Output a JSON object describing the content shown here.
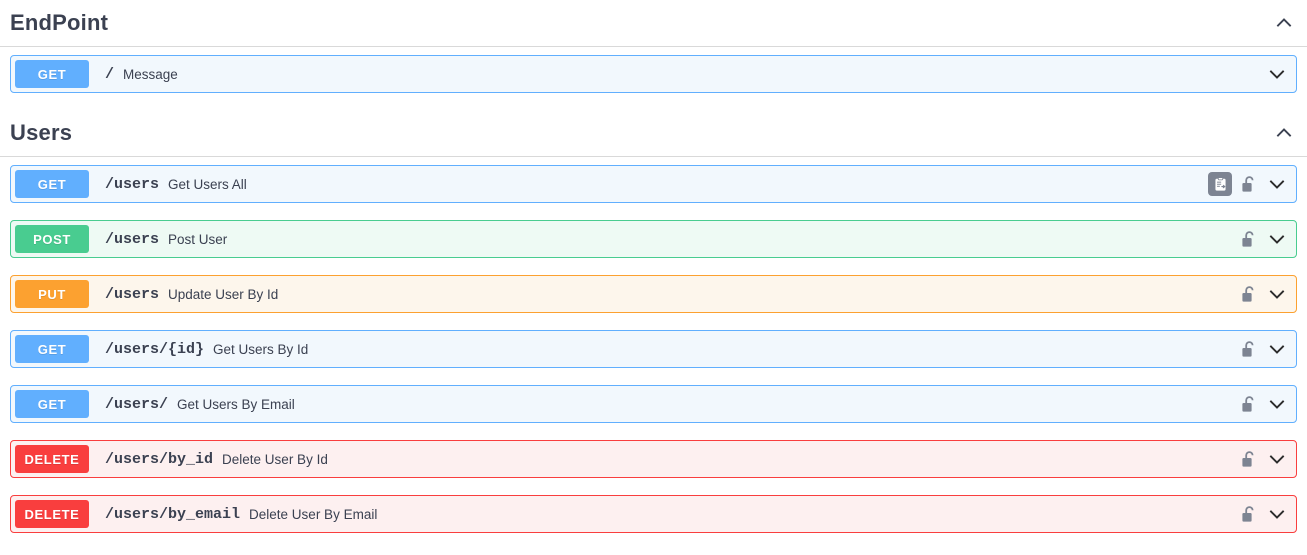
{
  "colors": {
    "get": "#61affe",
    "post": "#49cc90",
    "put": "#fca130",
    "delete": "#f93e3e",
    "text": "#3b4151",
    "lock": "#7d8492",
    "copy_bg": "#7d8492"
  },
  "sections": [
    {
      "title": "EndPoint",
      "toggle_icon": "chevron-up-icon",
      "operations": [
        {
          "method": "GET",
          "method_class": "get",
          "path": "/",
          "summary": "Message",
          "has_copy": false,
          "has_lock": false,
          "toggle_icon": "chevron-down-icon"
        }
      ]
    },
    {
      "title": "Users",
      "toggle_icon": "chevron-up-icon",
      "operations": [
        {
          "method": "GET",
          "method_class": "get",
          "path": "/users",
          "summary": "Get Users All",
          "has_copy": true,
          "has_lock": true,
          "toggle_icon": "chevron-down-icon"
        },
        {
          "method": "POST",
          "method_class": "post",
          "path": "/users",
          "summary": "Post User",
          "has_copy": false,
          "has_lock": true,
          "toggle_icon": "chevron-down-icon"
        },
        {
          "method": "PUT",
          "method_class": "put",
          "path": "/users",
          "summary": "Update User By Id",
          "has_copy": false,
          "has_lock": true,
          "toggle_icon": "chevron-down-icon"
        },
        {
          "method": "GET",
          "method_class": "get",
          "path": "/users/{id}",
          "summary": "Get Users By Id",
          "has_copy": false,
          "has_lock": true,
          "toggle_icon": "chevron-down-icon"
        },
        {
          "method": "GET",
          "method_class": "get",
          "path": "/users/",
          "summary": "Get Users By Email",
          "has_copy": false,
          "has_lock": true,
          "toggle_icon": "chevron-down-icon"
        },
        {
          "method": "DELETE",
          "method_class": "delete",
          "path": "/users/by_id",
          "summary": "Delete User By Id",
          "has_copy": false,
          "has_lock": true,
          "toggle_icon": "chevron-down-icon"
        },
        {
          "method": "DELETE",
          "method_class": "delete",
          "path": "/users/by_email",
          "summary": "Delete User By Email",
          "has_copy": false,
          "has_lock": true,
          "toggle_icon": "chevron-down-icon"
        }
      ]
    }
  ]
}
